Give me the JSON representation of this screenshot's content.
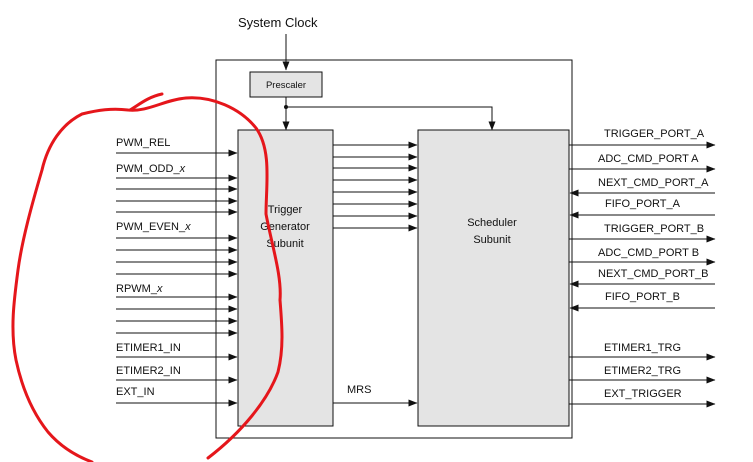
{
  "clock_label": "System Clock",
  "prescaler_label": "Prescaler",
  "trigger_block": {
    "line1": "Trigger",
    "line2": "Generator",
    "line3": "Subunit"
  },
  "scheduler_block": {
    "line1": "Scheduler",
    "line2": "Subunit"
  },
  "mrs_label": "MRS",
  "inputs": {
    "pwm_rel": "PWM_REL",
    "pwm_odd": "PWM_ODD_x",
    "pwm_even": "PWM_EVEN_x",
    "rpwm": "RPWM_x",
    "etimer1_in": "ETIMER1_IN",
    "etimer2_in": "ETIMER2_IN",
    "ext_in": "EXT_IN"
  },
  "ports": {
    "trigger_port_a": "TRIGGER_PORT_A",
    "adc_cmd_port_a": "ADC_CMD_PORT A",
    "next_cmd_port_a": "NEXT_CMD_PORT_A",
    "fifo_port_a": "FIFO_PORT_A",
    "trigger_port_b": "TRIGGER_PORT_B",
    "adc_cmd_port_b": "ADC_CMD_PORT B",
    "next_cmd_port_b": "NEXT_CMD_PORT_B",
    "fifo_port_b": "FIFO_PORT_B",
    "etimer1_trg": "ETIMER1_TRG",
    "etimer2_trg": "ETIMER2_TRG",
    "ext_trigger": "EXT_TRIGGER"
  },
  "colors": {
    "annotation": "#e5161b",
    "block_fill": "#e4e4e4"
  }
}
